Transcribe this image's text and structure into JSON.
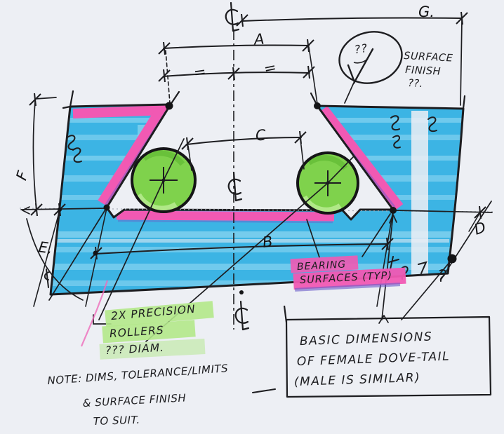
{
  "title": "Hand sketch - female dovetail slide with precision rollers",
  "colors": {
    "paper": "#edeff4",
    "ink": "#1d1d20",
    "marker_blue": "#3cb4e4",
    "marker_blue_light": "#9bdcf4",
    "marker_pink": "#f159b3",
    "marker_green": "#7fd24c",
    "marker_green_light": "#b2e88a",
    "violet_edge": "#6a5cc8"
  },
  "dimensions": {
    "g": "G.",
    "a": "A",
    "c": "C",
    "b": "B",
    "d": "D",
    "e": "E,",
    "f": "F",
    "eq": "="
  },
  "centerline_symbol": "℄",
  "annotations": {
    "balloon_query": "??",
    "surface_finish_line1": "SURFACE",
    "surface_finish_line2": "FINISH",
    "surface_finish_line3": "??.",
    "rollers_line1": "2X PRECISION",
    "rollers_line2": "ROLLERS",
    "rollers_line3": "??? DIAM.",
    "bearing_line1": "BEARING",
    "bearing_line2": "SURFACES (TYP)",
    "box_line1": "BASIC DIMENSIONS",
    "box_line2": "OF FEMALE DOVE-TAIL",
    "box_line3": "(MALE IS SIMILAR)",
    "note_line1": "NOTE: DIMS, TOLERANCE/LIMITS",
    "note_line2": "& SURFACE FINISH",
    "note_line3": "TO SUIT."
  }
}
